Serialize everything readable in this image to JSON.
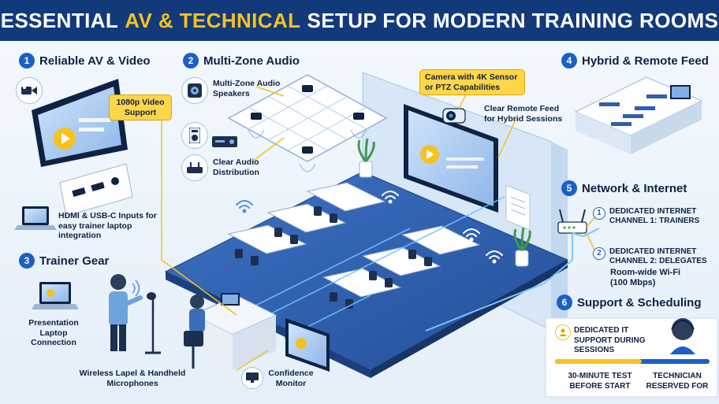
{
  "header": {
    "title_pre": "ESSENTIAL",
    "title_highlight": "AV & TECHNICAL",
    "title_post": "SETUP FOR MODERN TRAINING ROOMS"
  },
  "sections": {
    "s1": {
      "num": "1",
      "title": "Reliable AV & Video"
    },
    "s2": {
      "num": "2",
      "title": "Multi-Zone Audio"
    },
    "s3": {
      "num": "3",
      "title": "Trainer Gear"
    },
    "s4": {
      "num": "4",
      "title": "Hybrid & Remote Feed"
    },
    "s5": {
      "num": "5",
      "title": "Network & Internet"
    },
    "s6": {
      "num": "6",
      "title": "Support & Scheduling"
    }
  },
  "labels": {
    "video_support": "1080p Video Support",
    "hdmi_inputs": "HDMI & USB-C Inputs for easy trainer laptop integration",
    "speakers": "Multi-Zone Audio Speakers",
    "audio_distribution": "Clear Audio Distribution",
    "camera": "Camera with 4K Sensor or PTZ Capabilities",
    "remote_feed": "Clear Remote Feed for Hybrid Sessions",
    "presentation_laptop": "Presentation Laptop Connection",
    "microphones": "Wireless Lapel & Handheld Microphones",
    "confidence_monitor": "Confidence Monitor",
    "channel1_num": "1",
    "channel1": "DEDICATED INTERNET CHANNEL 1: TRAINERS",
    "channel2_num": "2",
    "channel2": "DEDICATED INTERNET CHANNEL 2: DELEGATES",
    "wifi": "Room-wide Wi-Fi (100 Mbps)",
    "it_support": "DEDICATED IT SUPPORT DURING SESSIONS",
    "test_before": "30-MINUTE TEST BEFORE START",
    "technician": "TECHNICIAN RESERVED FOR"
  },
  "colors": {
    "header_bg": "#123a7a",
    "highlight": "#f6c21d",
    "accent": "#1b5fc7",
    "callout": "#ffd54a",
    "floor": "#2f5fae"
  }
}
